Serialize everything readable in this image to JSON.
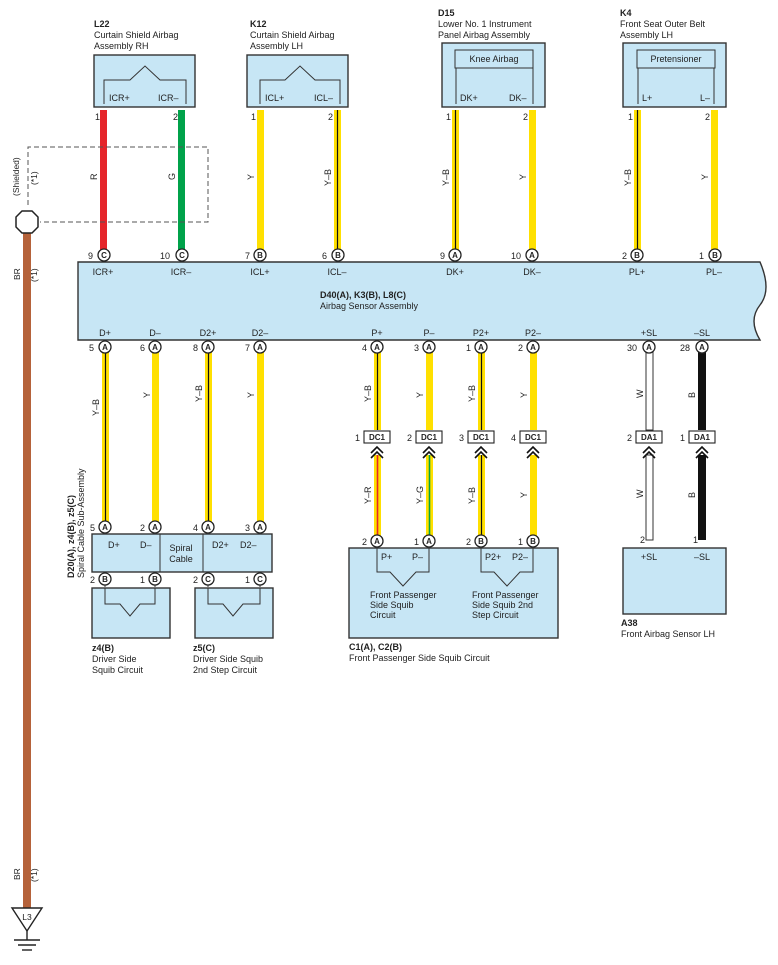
{
  "colors": {
    "R": "#e5252a",
    "G": "#00a24a",
    "Y": "#ffe000",
    "W": "#ffffff",
    "B": "#111111",
    "BR": "#b5623a",
    "box_fill": "#c7e6f5"
  },
  "components": {
    "l22": {
      "code": "L22",
      "desc1": "Curtain Shield Airbag",
      "desc2": "Assembly RH",
      "pins": [
        "ICR+",
        "ICR–"
      ]
    },
    "k12": {
      "code": "K12",
      "desc1": "Curtain Shield Airbag",
      "desc2": "Assembly LH",
      "pins": [
        "ICL+",
        "ICL–"
      ]
    },
    "d15": {
      "code": "D15",
      "desc1": "Lower No.  1 Instrument",
      "desc2": "Panel Airbag Assembly",
      "inner": "Knee Airbag",
      "pins": [
        "DK+",
        "DK–"
      ]
    },
    "k4": {
      "code": "K4",
      "desc1": "Front Seat Outer Belt",
      "desc2": "Assembly LH",
      "inner": "Pretensioner",
      "pins": [
        "L+",
        "L–"
      ]
    },
    "ecu": {
      "code": "D40(A), K3(B), L8(C)",
      "desc": "Airbag Sensor Assembly",
      "top_pins": [
        "ICR+",
        "ICR–",
        "ICL+",
        "ICL–",
        "DK+",
        "DK–",
        "PL+",
        "PL–"
      ],
      "bottom_pins": [
        "D+",
        "D–",
        "D2+",
        "D2–",
        "P+",
        "P–",
        "P2+",
        "P2–",
        "+SL",
        "–SL"
      ]
    },
    "spiral": {
      "code": "D20(A), z4(B), z5(C)",
      "desc": "Spiral Cable Sub-Assembly",
      "center1": "Spiral",
      "center2": "Cable",
      "pins": [
        "D+",
        "D–",
        "D2+",
        "D2–"
      ]
    },
    "z4": {
      "code": "z4(B)",
      "desc1": "Driver Side",
      "desc2": "Squib Circuit"
    },
    "z5": {
      "code": "z5(C)",
      "desc1": "Driver Side Squib",
      "desc2": "2nd Step Circuit"
    },
    "c1": {
      "code": "C1(A), C2(B)",
      "desc": "Front Passenger Side Squib Circuit",
      "pins": [
        "P+",
        "P–",
        "P2+",
        "P2–"
      ],
      "left1": "Front Passenger",
      "left2": "Side Squib",
      "left3": "Circuit",
      "right1": "Front Passenger",
      "right2": "Side Squib 2nd",
      "right3": "Step Circuit"
    },
    "a38": {
      "code": "A38",
      "desc": "Front Airbag Sensor LH",
      "pins": [
        "+SL",
        "–SL"
      ]
    }
  },
  "wires": {
    "shielded_label": "(Shielded)",
    "note": "(*1)",
    "ground_code": "L3"
  },
  "connectors": {
    "dc1": "DC1",
    "da1": "DA1"
  },
  "pins_top": {
    "l22": [
      "1",
      "2"
    ],
    "k12": [
      "1",
      "2"
    ],
    "d15": [
      "1",
      "2"
    ],
    "k4": [
      "1",
      "2"
    ],
    "ecu": [
      "9",
      "10",
      "7",
      "6",
      "9",
      "10",
      "2",
      "1"
    ]
  },
  "pins_bottom": {
    "ecu": [
      "5",
      "6",
      "8",
      "7",
      "4",
      "3",
      "1",
      "2",
      "30",
      "28"
    ],
    "dc_top": [
      "1",
      "2",
      "3",
      "4"
    ],
    "da_top": [
      "2",
      "1"
    ],
    "spiral": [
      "5",
      "2",
      "4",
      "3"
    ],
    "c1": [
      "2",
      "1",
      "2",
      "1"
    ],
    "a38": [
      "2",
      "1"
    ],
    "spiral_bottom": [
      "2",
      "1",
      "2",
      "1"
    ]
  },
  "wire_colors": {
    "top": [
      "R",
      "G",
      "Y",
      "Y–B",
      "Y–B",
      "Y",
      "Y–B",
      "Y"
    ],
    "upper": [
      "Y–B",
      "Y",
      "Y–B",
      "Y",
      "Y–B",
      "Y",
      "Y–B",
      "Y",
      "W",
      "B"
    ],
    "lower": [
      "Y–R",
      "Y–G",
      "Y–B",
      "Y",
      "W",
      "B"
    ],
    "ground": "BR"
  },
  "conn_letters": {
    "ecu_top": [
      "C",
      "C",
      "B",
      "B",
      "A",
      "A",
      "B",
      "B"
    ],
    "ecu_bottom": [
      "A",
      "A",
      "A",
      "A",
      "A",
      "A",
      "A",
      "A",
      "A",
      "A"
    ],
    "spiral_top": [
      "A",
      "A",
      "A",
      "A"
    ],
    "spiral_bottom": [
      "B",
      "B",
      "C",
      "C"
    ],
    "c1_top": [
      "A",
      "A",
      "B",
      "B"
    ]
  }
}
